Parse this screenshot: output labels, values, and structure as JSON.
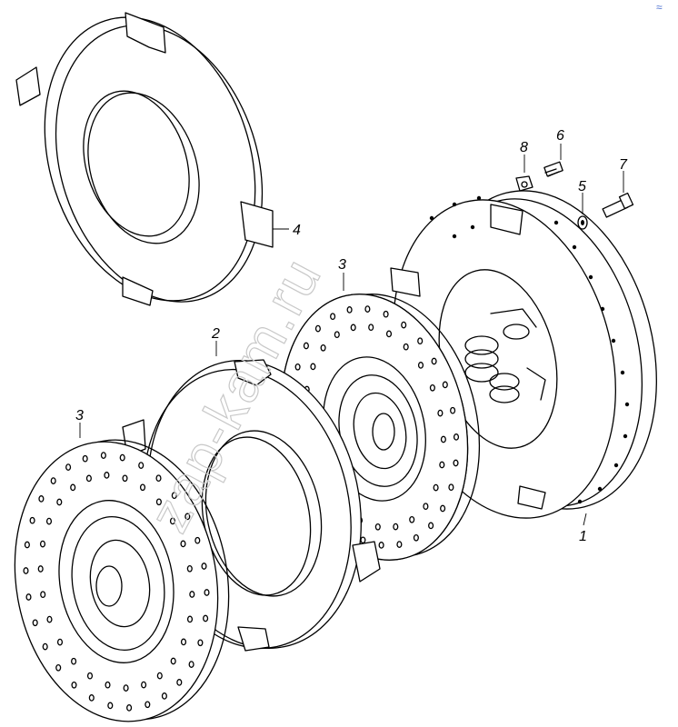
{
  "watermark": "zap-kam.ru",
  "corner_mark": "≈",
  "callouts": [
    {
      "id": "part-1",
      "text": "1"
    },
    {
      "id": "part-2",
      "text": "2"
    },
    {
      "id": "part-3-rear",
      "text": "3"
    },
    {
      "id": "part-3-front",
      "text": "3"
    },
    {
      "id": "part-4",
      "text": "4"
    },
    {
      "id": "part-5",
      "text": "5"
    },
    {
      "id": "part-6",
      "text": "6"
    },
    {
      "id": "part-7",
      "text": "7"
    },
    {
      "id": "part-8",
      "text": "8"
    }
  ]
}
